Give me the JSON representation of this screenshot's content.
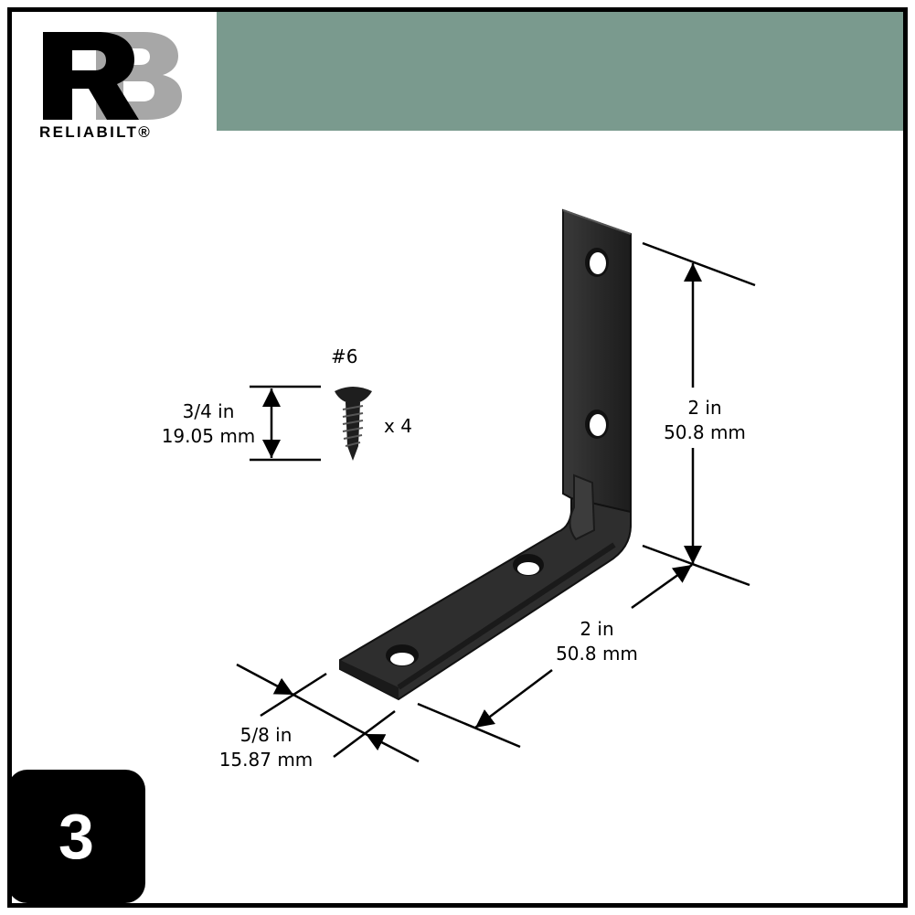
{
  "brand": {
    "logo_letters": "RB",
    "wordmark": "RELIABILT®",
    "banner_color": "#7a9a8e"
  },
  "product": {
    "name": "L-shaped corner brace",
    "finish_color": "#2b2b2b"
  },
  "dimensions": {
    "height": {
      "imperial": "2 in",
      "metric": "50.8 mm"
    },
    "length": {
      "imperial": "2 in",
      "metric": "50.8 mm"
    },
    "width": {
      "imperial": "5/8 in",
      "metric": "15.87 mm"
    }
  },
  "hardware": {
    "screw_size": "#6",
    "screw_length": {
      "imperial": "3/4 in",
      "metric": "19.05 mm"
    },
    "quantity": "x 4"
  },
  "image_index": "3"
}
